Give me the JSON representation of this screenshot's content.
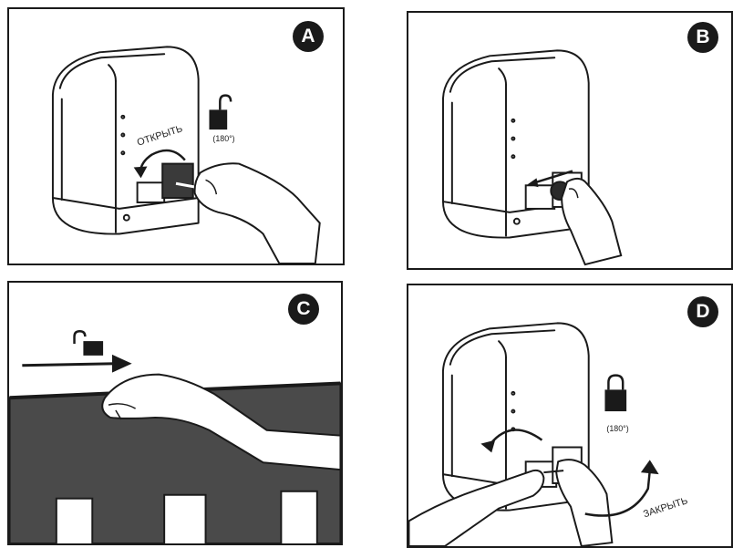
{
  "panels": [
    {
      "letter": "A",
      "action_label": "ОТКРЫТЬ",
      "angle_label": "(180°)",
      "lock_state": "unlocked"
    },
    {
      "letter": "B",
      "lock_state": "none"
    },
    {
      "letter": "C",
      "lock_state": "unlocked"
    },
    {
      "letter": "D",
      "action_label": "ЗАКРЫТЬ",
      "angle_label": "(180°)",
      "lock_state": "locked"
    }
  ],
  "icons": {
    "open": "padlock-open-icon",
    "closed": "padlock-closed-icon",
    "direction": "arrow-icon"
  },
  "colors": {
    "ink": "#1a1a1a",
    "gate_fill": "#4a4a4a",
    "key_box_fill": "#3a3a3a",
    "background": "#ffffff"
  }
}
